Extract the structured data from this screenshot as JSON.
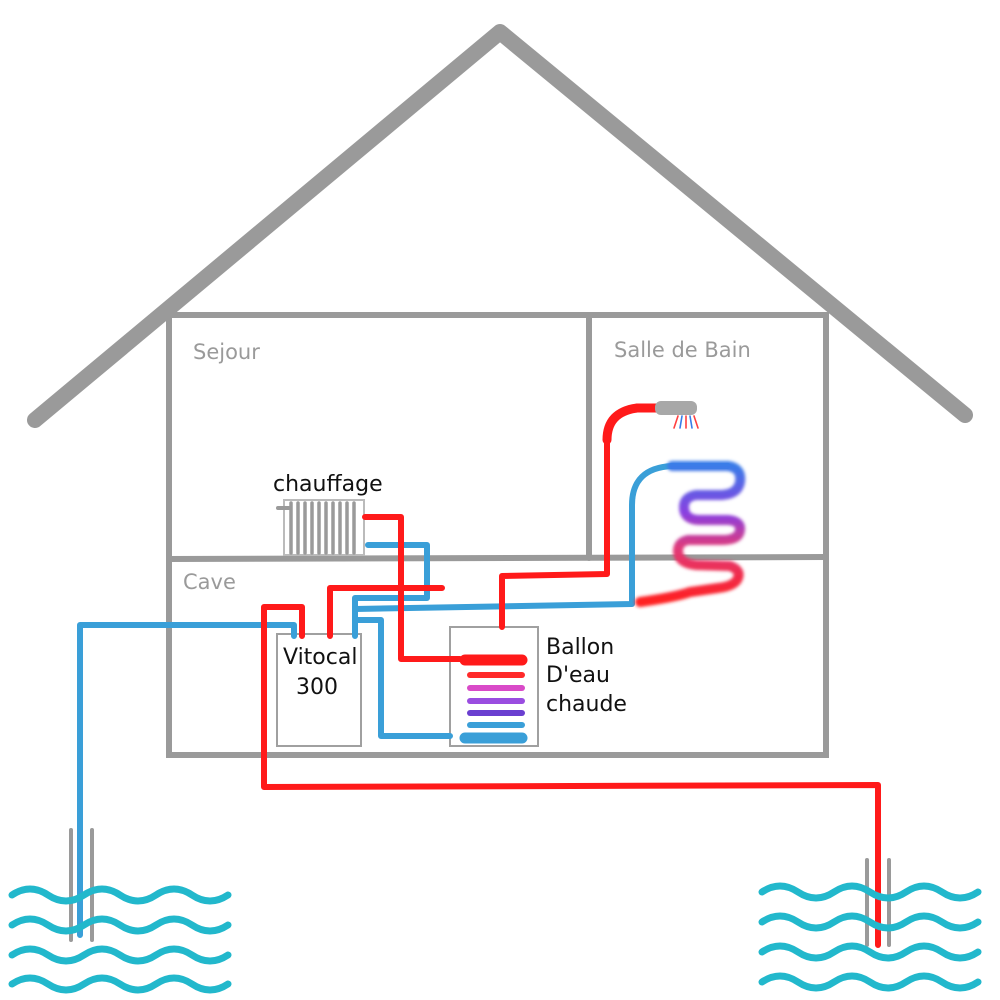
{
  "diagram": {
    "rooms": {
      "sejour": "Sejour",
      "salle_de_bain": "Salle de Bain",
      "cave": "Cave"
    },
    "equipment": {
      "radiator": "chauffage",
      "heat_pump_line1": "Vitocal",
      "heat_pump_line2": "300",
      "tank_line1": "Ballon",
      "tank_line2": "D'eau",
      "tank_line3": "chaude"
    },
    "colors": {
      "hot_pipe": "#ff1a1a",
      "cold_pipe": "#3a9fd8",
      "walls": "#9a9a9a",
      "water": "#22b8cc",
      "shower_head": "#a8a8a8",
      "tank_bands": [
        "#ff1a1a",
        "#ff2a2a",
        "#d94ac8",
        "#9a4de0",
        "#6a3fd0",
        "#3a9fd8",
        "#3a9fd8"
      ]
    },
    "icons": {
      "radiator": "radiator-icon",
      "shower": "shower-head-icon",
      "coil": "heat-exchanger-coil-icon",
      "water_left": "water-waves-icon",
      "water_right": "water-waves-icon"
    }
  }
}
